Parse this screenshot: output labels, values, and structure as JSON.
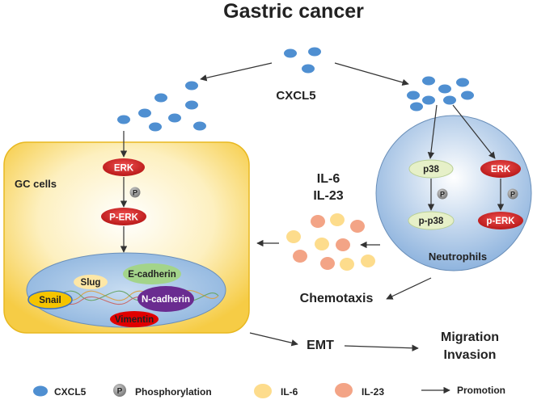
{
  "title": "Gastric cancer",
  "cxcl5_label": "CXCL5",
  "gc_cells": {
    "label": "GC cells",
    "erk": "ERK",
    "phospho": "P",
    "p_erk": "P-ERK",
    "nucleus": {
      "slug": "Slug",
      "snail": "Snail",
      "e_cadherin": "E-cadherin",
      "n_cadherin": "N-cadherin",
      "vimentin": "Vimentin"
    }
  },
  "cytokines": {
    "il6": "IL-6",
    "il23": "IL-23"
  },
  "neutrophils": {
    "label": "Neutrophils",
    "p38": "p38",
    "p_p38": "p-p38",
    "erk": "ERK",
    "p_erk": "p-ERK",
    "phospho": "P"
  },
  "chemotaxis": "Chemotaxis",
  "emt": "EMT",
  "outcome": {
    "line1": "Migration",
    "line2": "Invasion"
  },
  "legend": [
    {
      "symbol": "cxcl5",
      "label": "CXCL5"
    },
    {
      "symbol": "phospho",
      "glyph": "P",
      "label": "Phosphorylation"
    },
    {
      "symbol": "il6",
      "label": "IL-6"
    },
    {
      "symbol": "il23",
      "label": "IL-23"
    },
    {
      "symbol": "arrow",
      "label": "Promotion"
    }
  ],
  "colors": {
    "cxcl5": "#4f8fd1",
    "erk_red": "#d62828",
    "il6": "#fddc8c",
    "il23": "#f3a486",
    "e_cadherin": "#a3d48a",
    "n_cadherin": "#6a2b90",
    "vimentin": "#e00000",
    "slug": "#fde7a6",
    "snail": "#f5c400",
    "p38": "#e6f0c8",
    "cell_yellow": "#fbd660",
    "neutrophil_blue": "#a9c6e8",
    "nucleus_blue": "#a8c8e9",
    "phospho_gray": "#9a9a9a"
  }
}
